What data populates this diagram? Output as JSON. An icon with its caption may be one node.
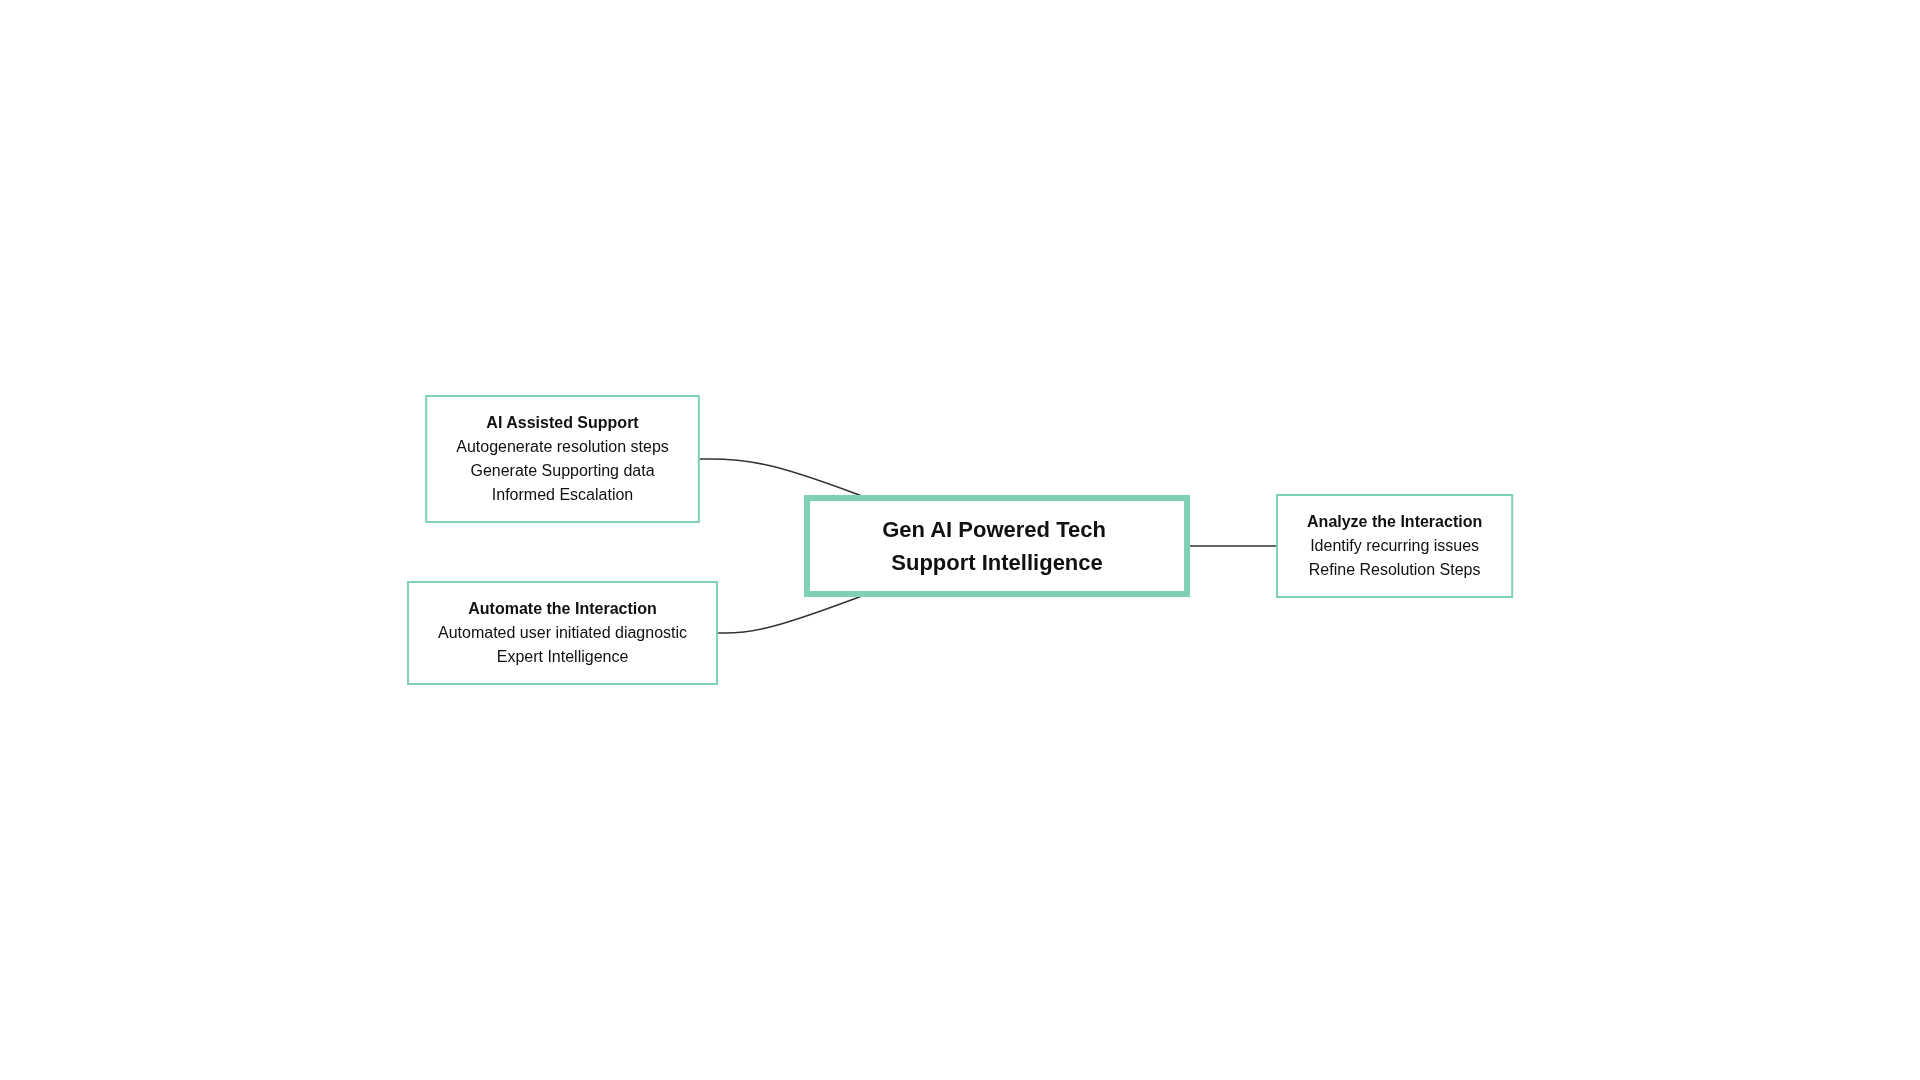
{
  "diagram": {
    "nodes": [
      {
        "text": [
          "AI Assisted Support",
          "Autogenerate resolution steps",
          "Generate Supporting data",
          "Informed Escalation"
        ]
      },
      {
        "text": [
          "Automate the Interaction",
          "Automated user initiated diagnostic",
          "Expert Intelligence"
        ]
      },
      {
        "text": [
          "Gen AI Powered Tech Support Intelligence"
        ]
      },
      {
        "text": [
          "Analyze the Interaction",
          "Identify recurring issues",
          "Refine Resolution Steps"
        ]
      }
    ],
    "edges": [
      {
        "from": 0,
        "to": 2,
        "arrow": "none"
      },
      {
        "from": 1,
        "to": 2,
        "arrow": "none"
      },
      {
        "from": 2,
        "to": 3,
        "arrow": "none"
      }
    ]
  }
}
